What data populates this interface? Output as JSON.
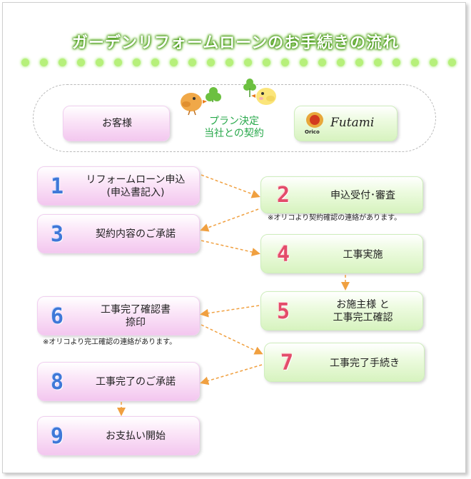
{
  "title": "ガーデンリフォームローンのお手続きの流れ",
  "customer": "お客様",
  "plan": {
    "line1": "プラン決定",
    "line2": "当社との契約"
  },
  "partner": {
    "logo_text": "Orico",
    "name": "Futami"
  },
  "steps": [
    {
      "num": "1",
      "line1": "リフォームローン申込",
      "line2": "(申込書記入)"
    },
    {
      "num": "2",
      "line1": "申込受付･審査",
      "note": "※オリコより契約確認の連絡があります。"
    },
    {
      "num": "3",
      "line1": "契約内容のご承諾"
    },
    {
      "num": "4",
      "line1": "工事実施"
    },
    {
      "num": "5",
      "line1": "お施主様 と",
      "line2": "工事完工確認"
    },
    {
      "num": "6",
      "line1": "工事完了確認書",
      "line2": "捺印",
      "note": "※オリコより完工確認の連絡があります。"
    },
    {
      "num": "7",
      "line1": "工事完了手続き"
    },
    {
      "num": "8",
      "line1": "工事完了のご承諾"
    },
    {
      "num": "9",
      "line1": "お支払い開始"
    }
  ],
  "colors": {
    "arrow": "#f0a040",
    "num_blue": "#3f78d8",
    "num_red": "#e34d6a",
    "title_green": "#3f8f12"
  }
}
